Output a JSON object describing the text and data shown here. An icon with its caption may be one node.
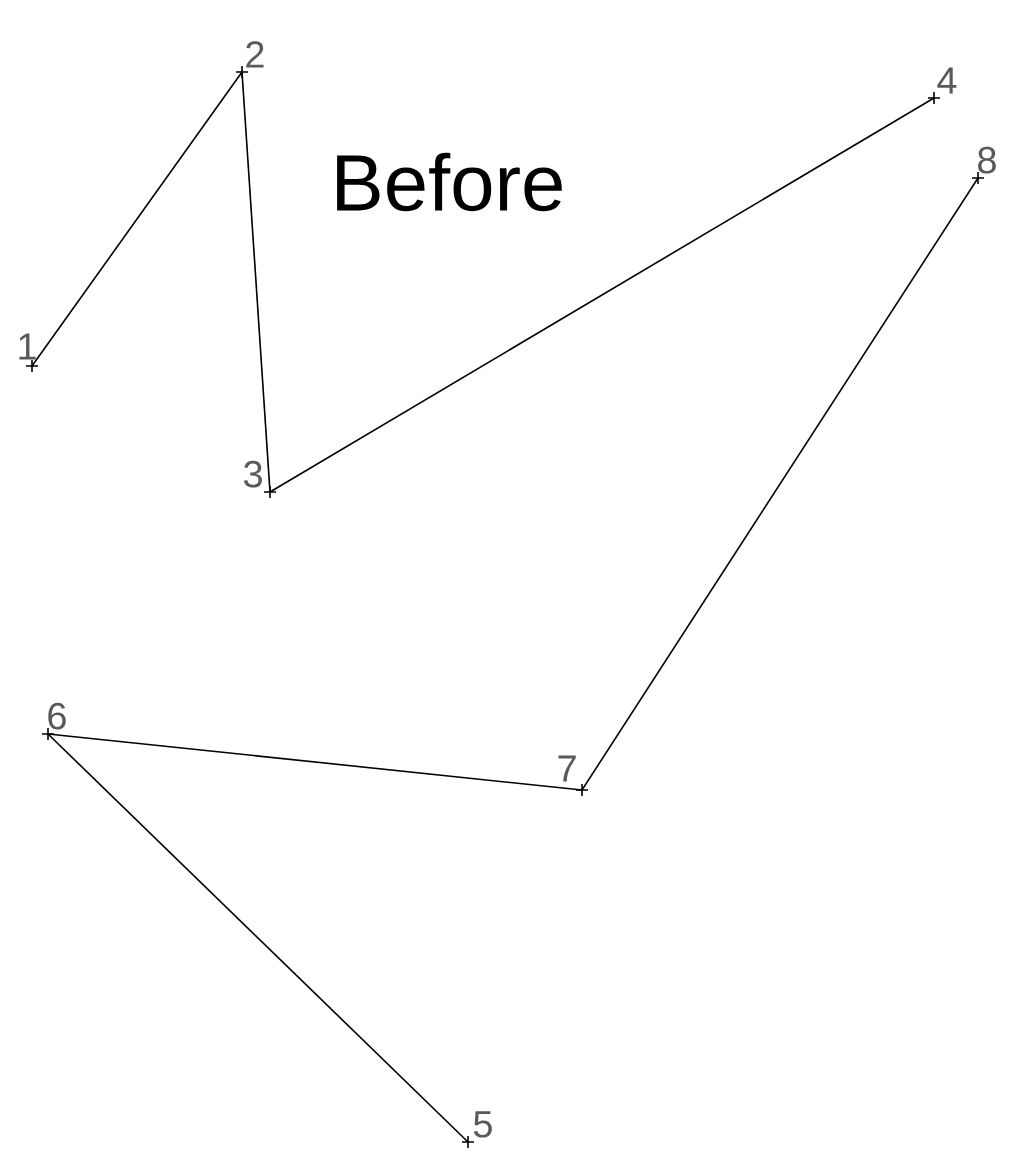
{
  "diagram": {
    "title": "Before",
    "nodes": [
      {
        "text": [
          "1"
        ]
      },
      {
        "text": [
          "2"
        ]
      },
      {
        "text": [
          "3"
        ]
      },
      {
        "text": [
          "4"
        ]
      },
      {
        "text": [
          "5"
        ]
      },
      {
        "text": [
          "6"
        ]
      },
      {
        "text": [
          "7"
        ]
      },
      {
        "text": [
          "8"
        ]
      }
    ],
    "edges": [
      {
        "from": 0,
        "to": 1,
        "arrow": "none"
      },
      {
        "from": 1,
        "to": 2,
        "arrow": "none"
      },
      {
        "from": 2,
        "to": 3,
        "arrow": "none"
      },
      {
        "from": 7,
        "to": 6,
        "arrow": "none"
      },
      {
        "from": 6,
        "to": 5,
        "arrow": "none"
      },
      {
        "from": 5,
        "to": 4,
        "arrow": "none"
      }
    ]
  }
}
